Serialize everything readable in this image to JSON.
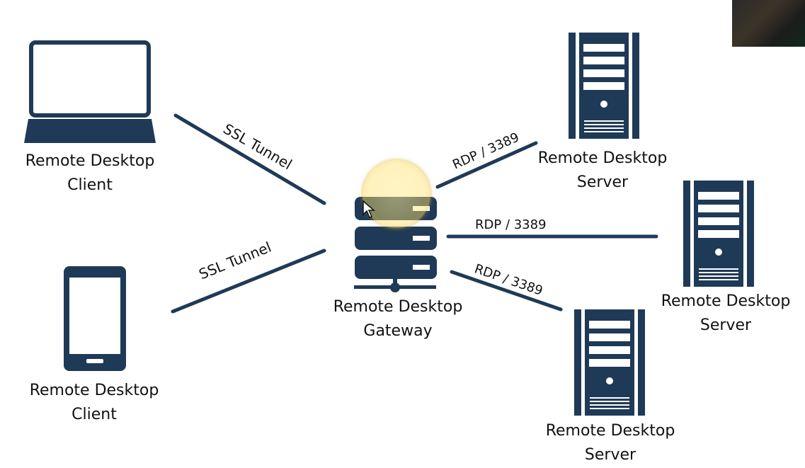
{
  "nodes": {
    "laptop_client": {
      "line1": "Remote Desktop",
      "line2": "Client"
    },
    "phone_client": {
      "line1": "Remote Desktop",
      "line2": "Client"
    },
    "gateway": {
      "line1": "Remote Desktop",
      "line2": "Gateway"
    },
    "server_top": {
      "line1": "Remote Desktop",
      "line2": "Server"
    },
    "server_middle": {
      "line1": "Remote Desktop",
      "line2": "Server"
    },
    "server_bottom": {
      "line1": "Remote Desktop",
      "line2": "Server"
    }
  },
  "edges": {
    "laptop_to_gateway": "SSL Tunnel",
    "phone_to_gateway": "SSL Tunnel",
    "gateway_to_server_top": "RDP / 3389",
    "gateway_to_server_middle": "RDP / 3389",
    "gateway_to_server_bottom": "RDP / 3389"
  },
  "colors": {
    "icon": "#1f3a57",
    "line": "#1f3a57",
    "text": "#111111",
    "background": "#ffffff",
    "cursor_highlight": "#f3d35a"
  },
  "icons": [
    "laptop-icon",
    "smartphone-icon",
    "server-rack-icon",
    "tower-server-icon",
    "mouse-cursor-icon"
  ]
}
